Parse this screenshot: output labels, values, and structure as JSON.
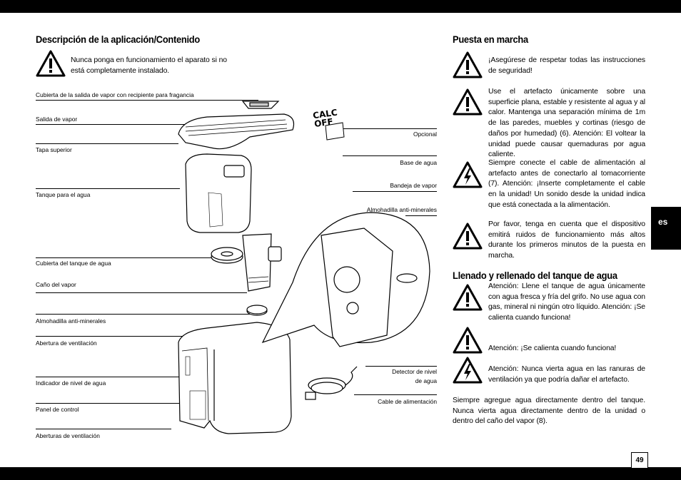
{
  "left": {
    "title": "Descripción de la aplicación/Contenido",
    "warning": "Nunca ponga en funcionamiento el aparato si no está completamente instalado.",
    "labels": [
      "Cubierta de la salida de vapor con recipiente para fragancia",
      "Salida de vapor",
      "Tapa superior",
      "Tanque para el agua",
      "Cubierta del tanque de agua",
      "Caño del vapor",
      "Almohadilla anti-minerales",
      "Abertura de ventilación",
      "Indicador de nivel de agua",
      "Panel de control",
      "Aberturas de ventilación"
    ],
    "right_labels": {
      "opcional": "Opcional",
      "base": "Base de agua",
      "bandeja": "Bandeja de vapor",
      "almohadilla": "Almohadilla anti-minerales",
      "detector_1": "Detector de nivel",
      "detector_2": "de agua",
      "cable": "Cable de alimentación"
    },
    "calc_text": "CALC OFF"
  },
  "right": {
    "title1": "Puesta en marcha",
    "p1": "¡Asegúrese de respetar todas las instrucciones de seguridad!",
    "p2": "Use el artefacto únicamente sobre una superficie plana, estable y resistente al agua y al calor. Mantenga una separación mínima de 1m de las paredes, muebles y cortinas (riesgo de daños por humedad) (6). Atención: El voltear la unidad puede causar quemaduras por agua caliente.",
    "p3": "Siempre conecte el cable de alimentación al artefacto antes de conectarlo al tomacorriente (7). Atención: ¡Inserte completamente el cable en la unidad! Un sonido desde la unidad indica que está conectada a la alimentación.",
    "p4": "Por favor, tenga en cuenta que el dispositivo emitirá ruidos de funcionamiento más altos durante los primeros minutos de la puesta en marcha.",
    "title2": "Llenado y rellenado del tanque de agua",
    "p5": "Atención: Llene el tanque de agua únicamente con agua fresca y fría del grifo. No use agua con gas, mineral ni ningún otro líquido. Atención: ¡Se calienta cuando funciona!",
    "p6": "Atención: ¡Se calienta cuando funciona!",
    "p7": "Atención: Nunca vierta agua en las ranuras de ventilación ya que podría dañar el artefacto.",
    "p8": "Siempre agregue agua directamente dentro del tanque. Nunca vierta agua directamente dentro de la unidad o dentro del caño del vapor (8)."
  },
  "tab": "es",
  "page_number": "49"
}
